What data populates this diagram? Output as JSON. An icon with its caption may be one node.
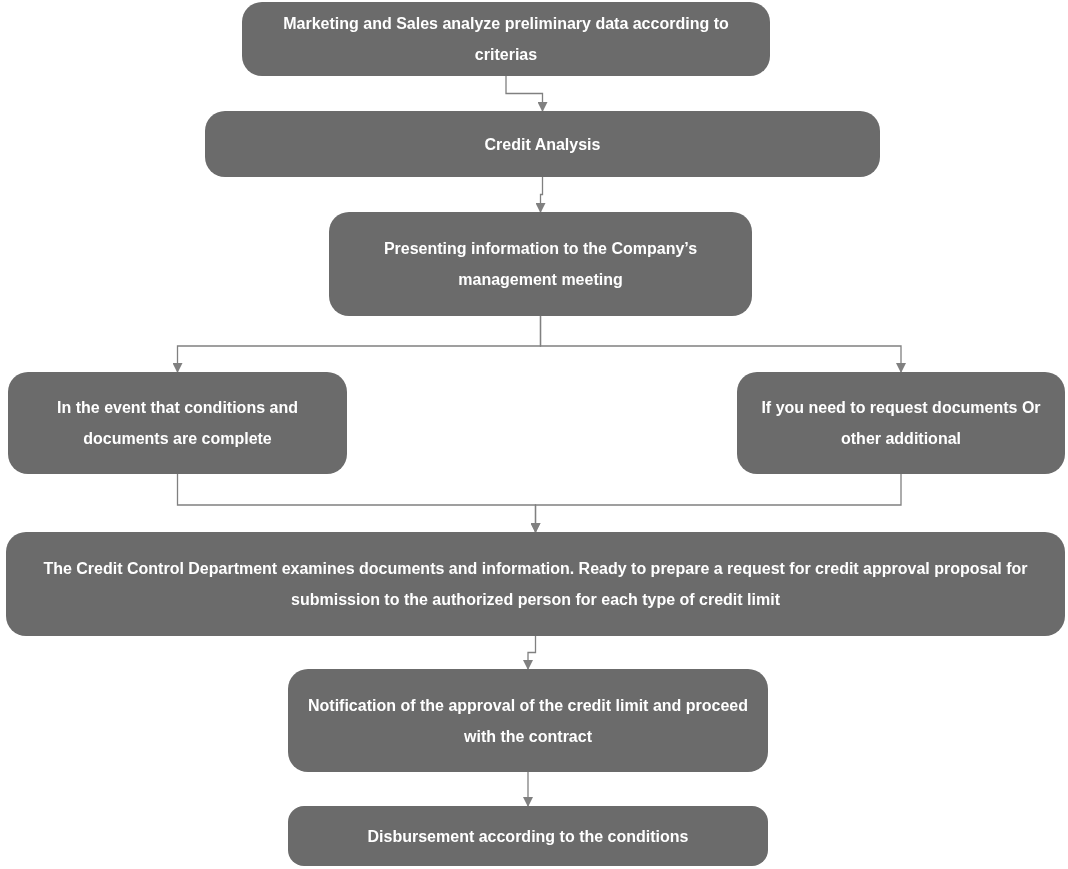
{
  "diagram": {
    "nodes": [
      {
        "text": [
          "Marketing and Sales analyze preliminary data according to criterias"
        ]
      },
      {
        "text": [
          "Credit Analysis"
        ]
      },
      {
        "text": [
          "Presenting information to the Company’s management meeting"
        ]
      },
      {
        "text": [
          "In the event that conditions and documents are complete"
        ]
      },
      {
        "text": [
          "If you need to request documents Or other additional"
        ]
      },
      {
        "text": [
          "The Credit Control Department examines documents and information. Ready to prepare a request for credit approval proposal for submission to the authorized person for each type of credit limit"
        ]
      },
      {
        "text": [
          "Notification of the approval of the credit limit and proceed with the contract"
        ]
      },
      {
        "text": [
          "Disbursement according to the conditions"
        ]
      }
    ],
    "edges": [
      {
        "from": 0,
        "to": 1,
        "arrow": "to"
      },
      {
        "from": 1,
        "to": 2,
        "arrow": "to"
      },
      {
        "from": 2,
        "to": 3,
        "arrow": "to"
      },
      {
        "from": 2,
        "to": 4,
        "arrow": "to"
      },
      {
        "from": 3,
        "to": 5,
        "arrow": "to"
      },
      {
        "from": 4,
        "to": 5,
        "arrow": "to"
      },
      {
        "from": 5,
        "to": 6,
        "arrow": "to"
      },
      {
        "from": 6,
        "to": 7,
        "arrow": "to"
      }
    ]
  }
}
